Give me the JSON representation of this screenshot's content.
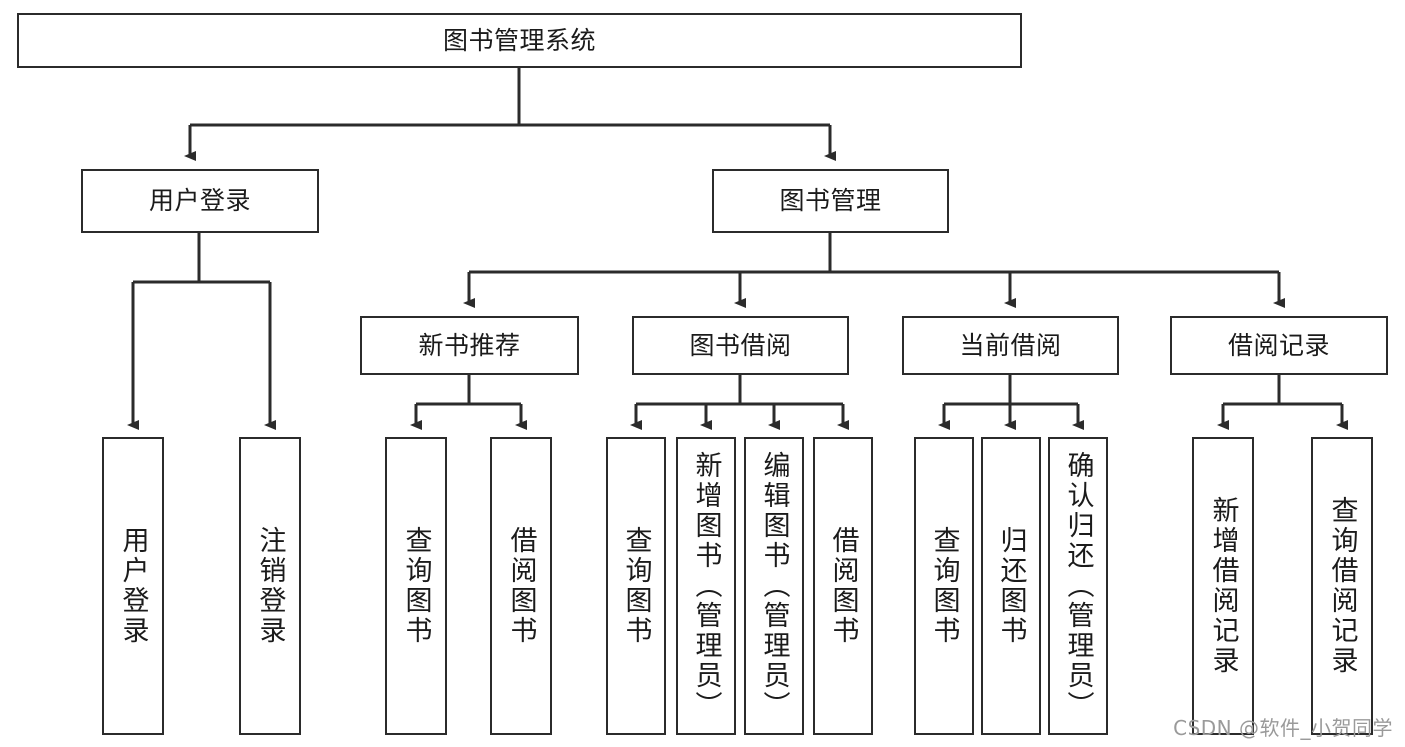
{
  "diagram": {
    "title_node": {
      "id": "root",
      "label": "图书管理系统"
    },
    "level2": [
      {
        "id": "user-login",
        "label": "用户登录"
      },
      {
        "id": "book-management",
        "label": "图书管理"
      }
    ],
    "level3": [
      {
        "id": "new-book-recommend",
        "label": "新书推荐"
      },
      {
        "id": "book-borrow",
        "label": "图书借阅"
      },
      {
        "id": "current-borrow",
        "label": "当前借阅"
      },
      {
        "id": "borrow-record",
        "label": "借阅记录"
      }
    ],
    "leaves": {
      "user_login": [
        {
          "id": "leaf-user-login",
          "label": "用户登录"
        },
        {
          "id": "leaf-logout-login",
          "label": "注销登录"
        }
      ],
      "new_book_recommend": [
        {
          "id": "leaf-query-book-1",
          "label": "查询图书"
        },
        {
          "id": "leaf-borrow-book-1",
          "label": "借阅图书"
        }
      ],
      "book_borrow": [
        {
          "id": "leaf-query-book-2",
          "label": "查询图书"
        },
        {
          "id": "leaf-add-book",
          "label": "新增图书（管理员）"
        },
        {
          "id": "leaf-edit-book",
          "label": "编辑图书（管理员）"
        },
        {
          "id": "leaf-borrow-book-2",
          "label": "借阅图书"
        }
      ],
      "current_borrow": [
        {
          "id": "leaf-query-book-3",
          "label": "查询图书"
        },
        {
          "id": "leaf-return-book",
          "label": "归还图书"
        },
        {
          "id": "leaf-confirm-return",
          "label": "确认归还（管理员）"
        }
      ],
      "borrow_record": [
        {
          "id": "leaf-add-borrow-record",
          "label": "新增借阅记录"
        },
        {
          "id": "leaf-query-borrow-record",
          "label": "查询借阅记录"
        }
      ]
    }
  },
  "watermark": {
    "text": "CSDN @软件_小贺同学"
  },
  "colors": {
    "stroke": "#2b2b2b",
    "fill": "#ffffff",
    "text": "#1b1b1b",
    "watermark": "#9a9a9a"
  }
}
